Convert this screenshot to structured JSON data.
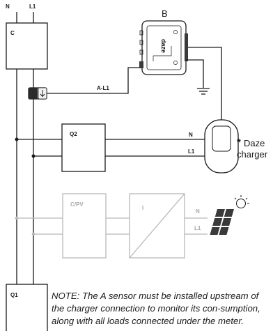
{
  "labels": {
    "n_top": "N",
    "l1_top": "L1",
    "breaker_c": "C",
    "sensor_b": "B",
    "sensor_brand": "daze",
    "a_l1": "A-L1",
    "breaker_q2": "Q2",
    "q2_n": "N",
    "q2_l1": "L1",
    "asterisk": "*",
    "charger_line1": "Daze",
    "charger_line2": "charger",
    "cpv": "C/PV",
    "inverter": "I",
    "pv_n": "N",
    "pv_l1": "L1",
    "breaker_q1": "Q1"
  },
  "note": "NOTE: The A sensor must be installed upstream of the charger connection to monitor its con-sumption, along with all loads connected under the meter."
}
